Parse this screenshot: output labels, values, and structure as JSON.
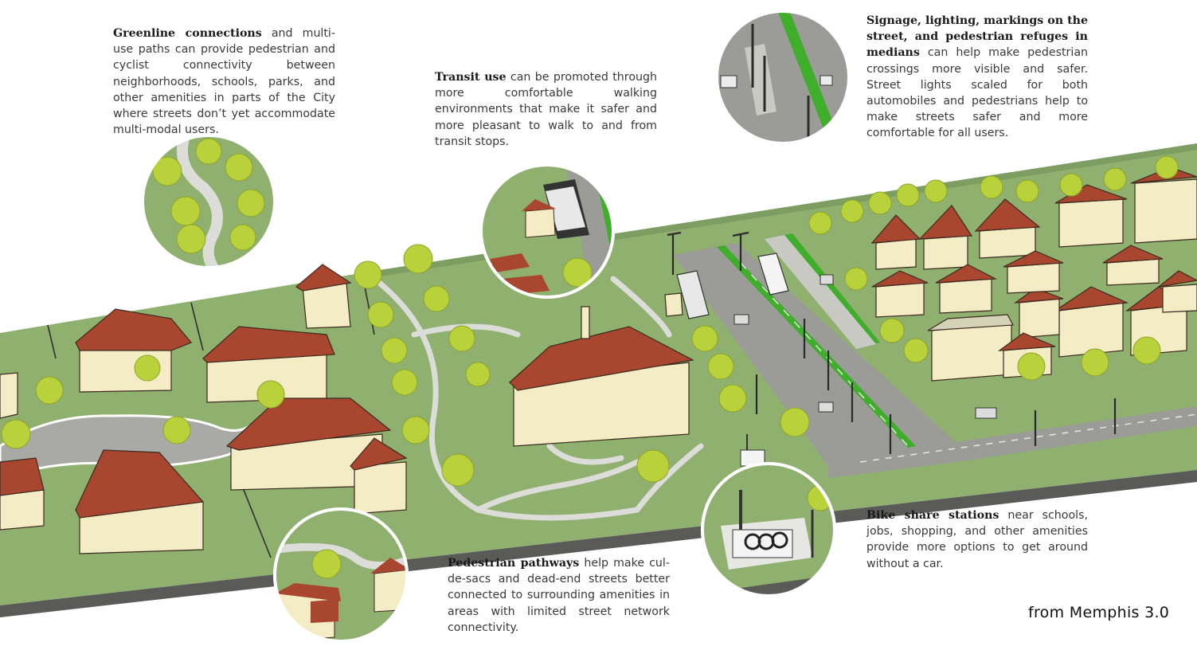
{
  "callouts": {
    "greenline": {
      "lead": "Greenline connections",
      "text": " and multi-use paths can provide pedestrian and cyclist connectivity between neighborhoods, schools, parks, and other amenities in parts of the City where streets don’t yet accommodate multi-modal users."
    },
    "transit": {
      "lead": "Transit use",
      "text": " can be promoted through more comfortable walking environments that make it safer and more pleasant to walk to and from transit stops."
    },
    "signage": {
      "lead": "Signage, lighting, markings on the street, and pedestrian refuges in medians",
      "text": " can help make pedestrian crossings more visible and safer. Street lights scaled for both automobiles and pedestrians help to make streets safer and more comfortable for all users."
    },
    "pedestrian": {
      "lead": "Pedestrian pathways",
      "text": " help make cul-de-sacs and dead-end streets better connected to surrounding amenities in areas with limited street network connectivity."
    },
    "bikeshare": {
      "lead": "Bike share stations",
      "text": " near schools, jobs, shopping, and other amenities provide more options to get around without a car."
    }
  },
  "credit": "from Memphis 3.0",
  "colors": {
    "grass": "#8fb06f",
    "grass_light": "#a6c287",
    "path": "#d8d8d4",
    "road": "#9a9a98",
    "bike_lane": "#3fae2a",
    "roof": "#a8462f",
    "wall": "#f3ecc4",
    "tree": "#b9d13a",
    "circle_border": "#ffffff"
  }
}
